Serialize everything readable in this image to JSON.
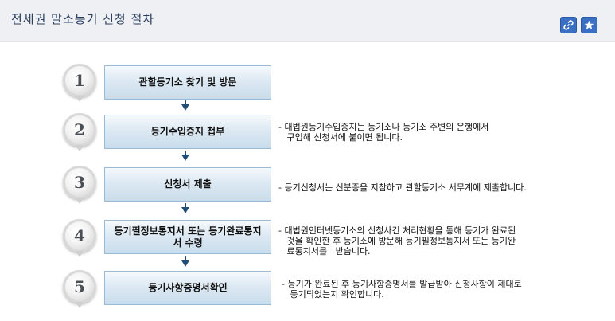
{
  "header": {
    "title": "전세권 말소등기 신청 절차",
    "link_icon": "link-icon",
    "star_icon": "star-icon",
    "accent": "#3a6fc4"
  },
  "steps": [
    {
      "number": "1",
      "label": "관할등기소 찾기 및 방문",
      "description": ""
    },
    {
      "number": "2",
      "label": "등기수입증지 첩부",
      "description": "- 대법원등기수입증지는 등기소나 등기소 주변의 은행에서\n   구입해 신청서에 붙이면 됩니다."
    },
    {
      "number": "3",
      "label": "신청서 제출",
      "description": "- 등기신청서는 신분증을 지참하고 관할등기소 서무계에 제출합니다."
    },
    {
      "number": "4",
      "label": "등기필정보통지서 또는 등기완료통지서 수령",
      "description": "- 대법원인터넷등기소의 신청사건 처리현황을 통해 등기가 완료된\n   것을 확인한 후 등기소에 방문해 등기필정보통지서 또는 등기완\n   료통지서를   받습니다."
    },
    {
      "number": "5",
      "label": "등기사항증명서확인",
      "description": "- 등기가 완료된 후 등기사항증명서를 발급받아 신청사항이 제대로\n   등기되었는지 확인합니다."
    }
  ]
}
